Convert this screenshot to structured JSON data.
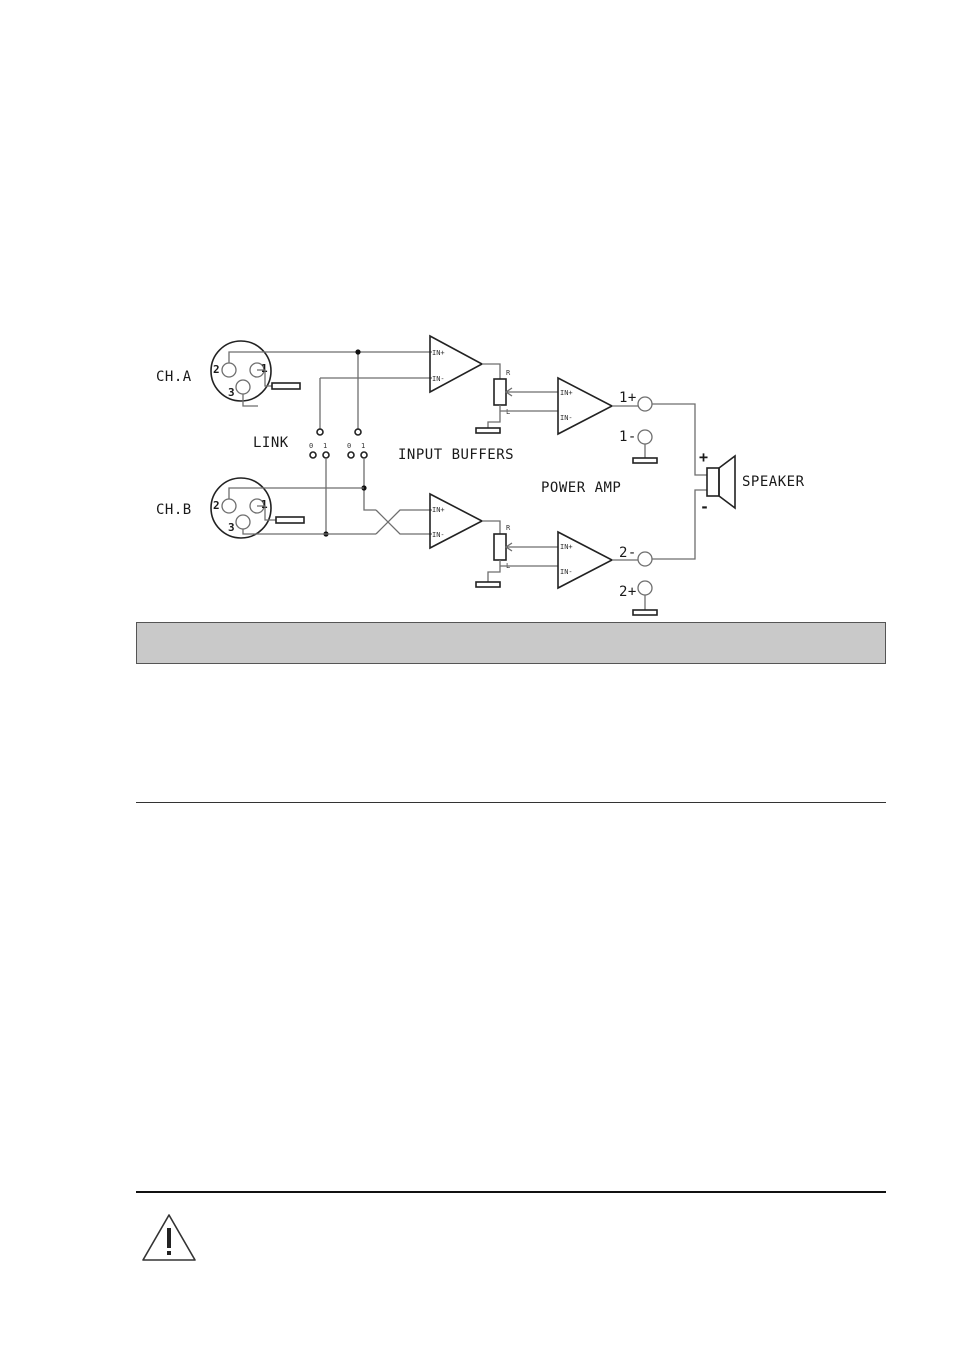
{
  "diagram": {
    "labels": {
      "ch_a": "CH.A",
      "ch_b": "CH.B",
      "link": "LINK",
      "input_buffers": "INPUT BUFFERS",
      "power_amp": "POWER AMP",
      "speaker": "SPEAKER",
      "out_1_plus": "1+",
      "out_1_minus": "1-",
      "out_2_minus": "2-",
      "out_2_plus": "2+",
      "speaker_plus": "+",
      "speaker_minus": "-"
    },
    "xlr_pins": {
      "pin1": "1",
      "pin2": "2",
      "pin3": "3"
    },
    "amp_pins": {
      "in_plus": "IN+",
      "in_minus": "IN-"
    },
    "pot_pins": {
      "r": "R",
      "l": "L"
    },
    "switch_pins": {
      "off": "0",
      "on": "1"
    }
  },
  "warning_icon": "warning-triangle-icon"
}
